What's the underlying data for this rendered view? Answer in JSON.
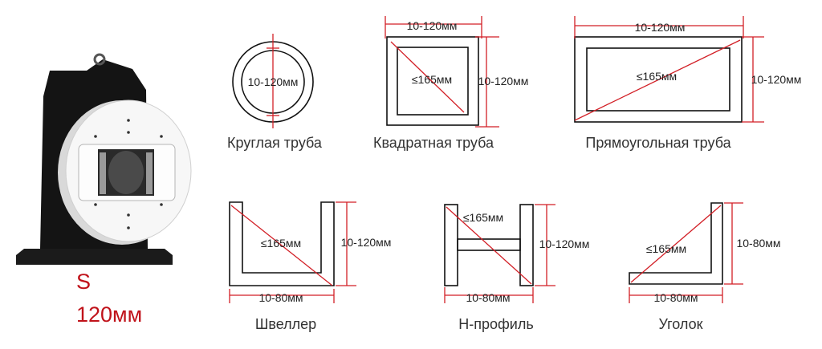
{
  "colors": {
    "accent": "#d21f26",
    "outline": "#111111",
    "text": "#333333"
  },
  "machine": {
    "model_letter": "S",
    "model_size": "120мм"
  },
  "shapes": {
    "round": {
      "caption": "Круглая труба",
      "dim": "10-120мм"
    },
    "square": {
      "caption": "Квадратная труба",
      "dim_top": "10-120мм",
      "dim_side": "10-120мм",
      "diag": "≤165мм"
    },
    "rect": {
      "caption": "Прямоугольная труба",
      "dim_top": "10-120мм",
      "dim_side": "10-120мм",
      "diag": "≤165мм"
    },
    "channel": {
      "caption": "Швеллер",
      "dim_bottom": "10-80мм",
      "dim_side": "10-120мм",
      "diag": "≤165мм"
    },
    "hbeam": {
      "caption": "Н-профиль",
      "dim_bottom": "10-80мм",
      "dim_side": "10-120мм",
      "diag": "≤165мм"
    },
    "angle": {
      "caption": "Уголок",
      "dim_bottom": "10-80мм",
      "dim_side": "10-80мм",
      "diag": "≤165мм"
    }
  }
}
